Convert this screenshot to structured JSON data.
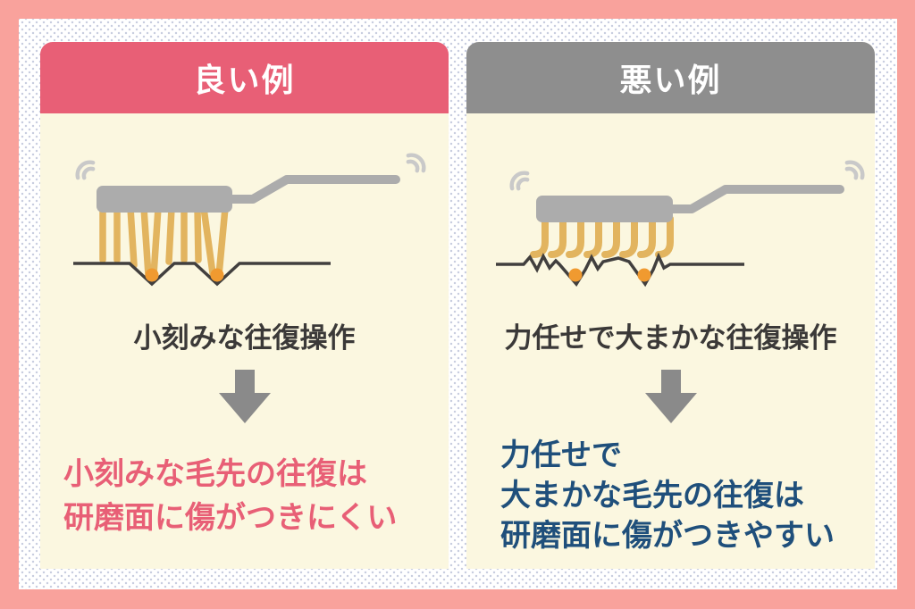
{
  "colors": {
    "frame_border": "#F9A29C",
    "dot_pattern": "#C9CEE0",
    "panel_background": "#FBF7E0",
    "good_accent": "#E85F76",
    "bad_header_gray": "#8E8E8E",
    "bad_text_navy": "#1F4F7B",
    "caption_text": "#3B3938",
    "arrow_gray": "#8A8A8A",
    "brush_gray": "#ACACAC",
    "bristle_gold": "#E2B45F",
    "abrasive_orange": "#F09A30",
    "surface_line": "#413F3E",
    "vibration_gray": "#C9C9C9"
  },
  "panels": [
    {
      "id": "good",
      "header_label": "良い例",
      "caption": "小刻みな往復操作",
      "result_lines": [
        "小刻みな毛先の往復は",
        "研磨面に傷がつきにくい"
      ]
    },
    {
      "id": "bad",
      "header_label": "悪い例",
      "caption": "力任せで大まかな往復操作",
      "result_lines": [
        "力任せで",
        "大まかな毛先の往復は",
        "研磨面に傷がつきやすい"
      ]
    }
  ]
}
